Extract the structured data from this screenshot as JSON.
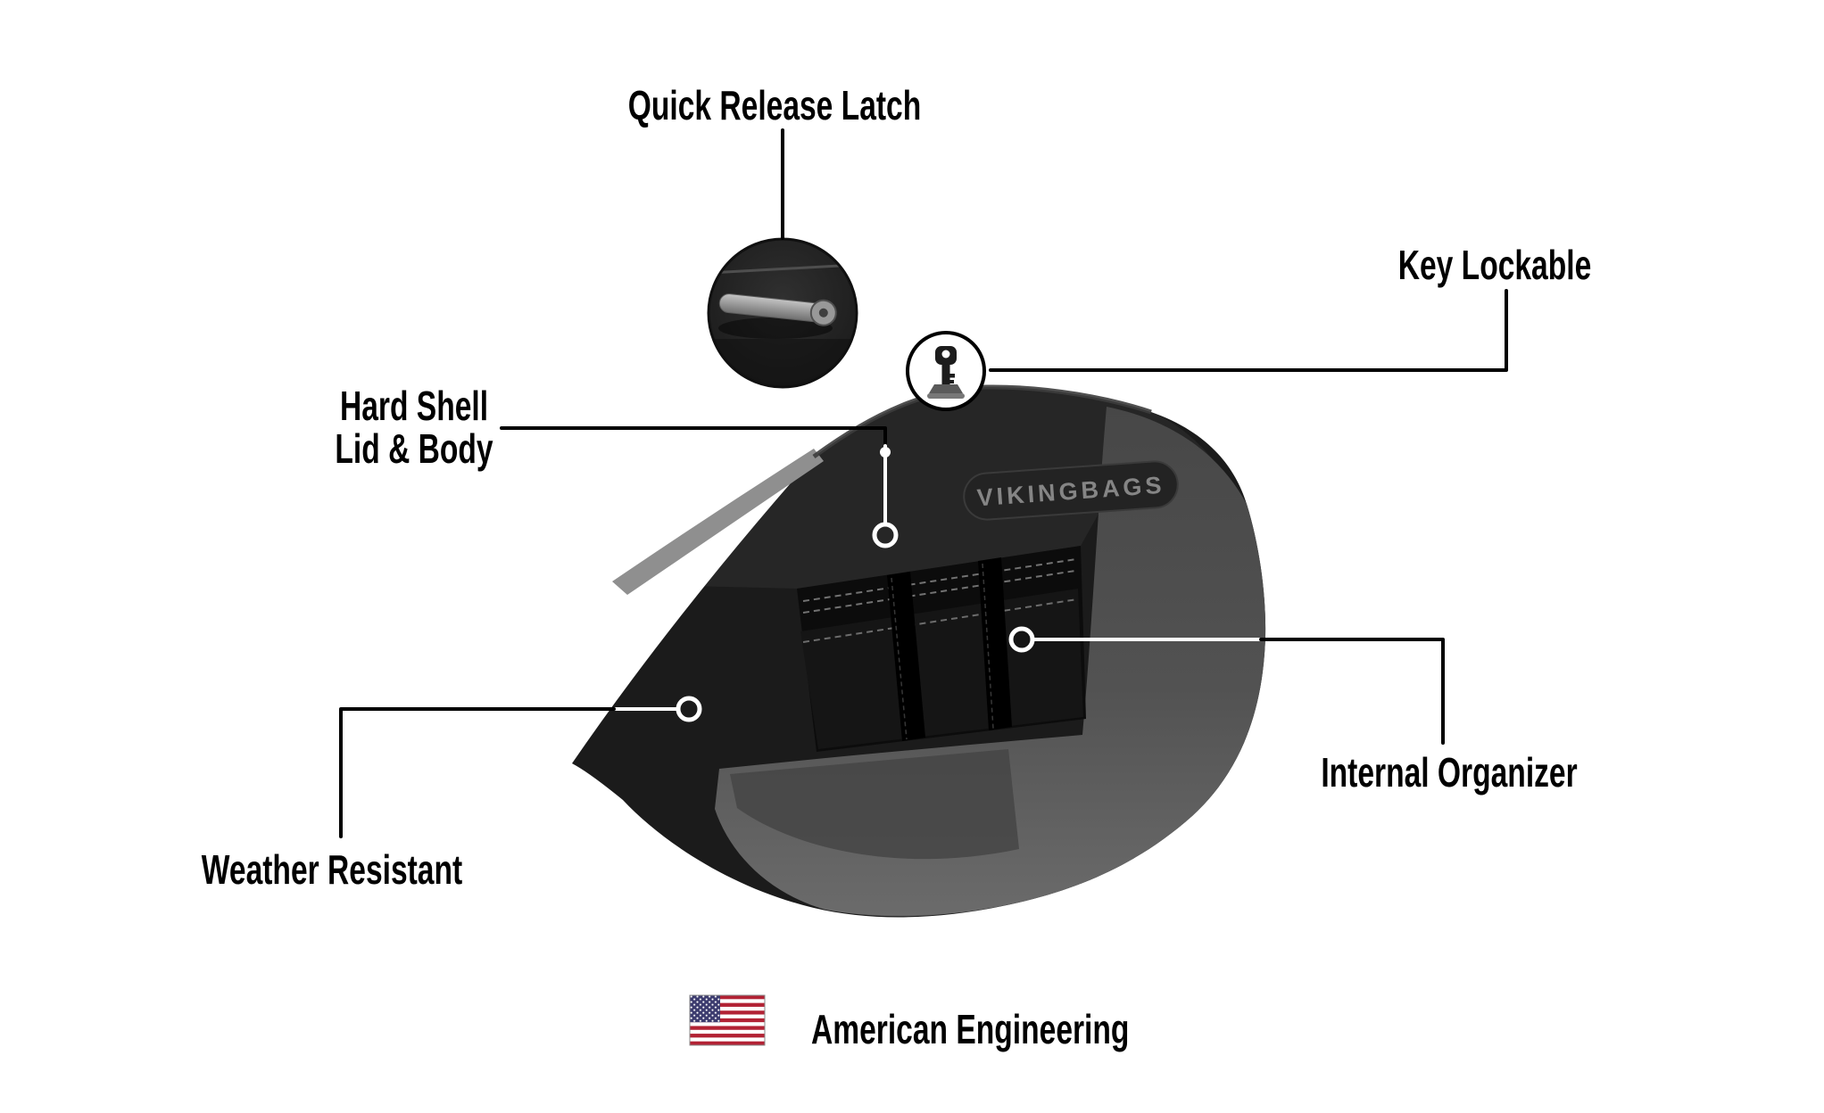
{
  "page": {
    "background": "#ffffff"
  },
  "labels": {
    "quick_release_latch": "Quick Release Latch",
    "key_lockable": "Key Lockable",
    "hard_shell_line1": "Hard Shell",
    "hard_shell_line2": "Lid & Body",
    "weather_resistant": "Weather Resistant",
    "internal_organizer": "Internal Organizer",
    "american_engineering": "American Engineering"
  },
  "product": {
    "brand_logo": "VIKINGBAGS"
  },
  "icons": {
    "latch_detail": "latch-detail-icon",
    "key": "key-icon",
    "us_flag": "us-flag-icon"
  },
  "colors": {
    "background": "#ffffff",
    "label_text": "#000000",
    "leader_line": "#000000",
    "marker_ring": "#ffffff",
    "bag_body": "#1b1b1b",
    "bag_panel_top": "#474747",
    "bag_panel_bottom": "#6b6b6b",
    "lid_stripe": "#8f8f8f",
    "logo_text": "#858585",
    "flag_red": "#B22234",
    "flag_blue": "#3C3B6E"
  }
}
